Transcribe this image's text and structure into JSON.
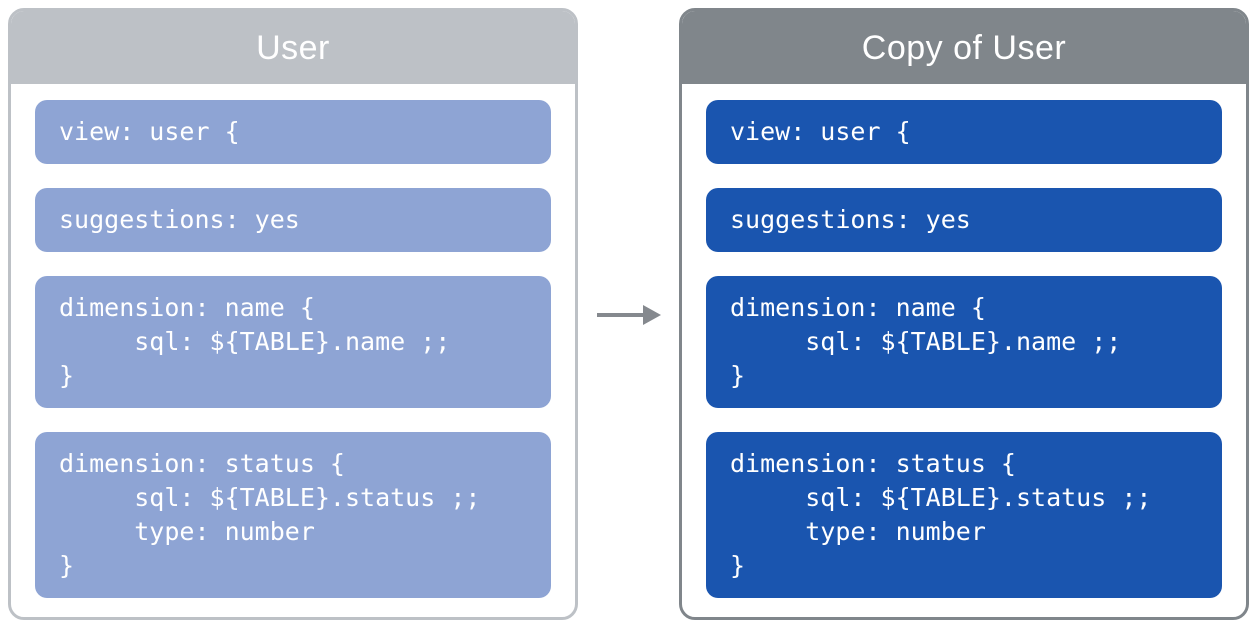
{
  "colors": {
    "left_header": "#BDC1C6",
    "right_header": "#80868B",
    "left_block": "#8EA4D4",
    "right_block": "#1A55AF",
    "arrow": "#85898E",
    "title_text": "#FFFFFF",
    "code_text": "#FFFFFF"
  },
  "left_panel": {
    "title": "User",
    "blocks": [
      {
        "code": "view: user {"
      },
      {
        "code": "suggestions: yes"
      },
      {
        "code": "dimension: name {\n     sql: ${TABLE}.name ;;\n}"
      },
      {
        "code": "dimension: status {\n     sql: ${TABLE}.status ;;\n     type: number\n}"
      }
    ]
  },
  "right_panel": {
    "title": "Copy of User",
    "blocks": [
      {
        "code": "view: user {"
      },
      {
        "code": "suggestions: yes"
      },
      {
        "code": "dimension: name {\n     sql: ${TABLE}.name ;;\n}"
      },
      {
        "code": "dimension: status {\n     sql: ${TABLE}.status ;;\n     type: number\n}"
      }
    ]
  },
  "arrow": {
    "direction": "right",
    "meaning": "copy"
  }
}
